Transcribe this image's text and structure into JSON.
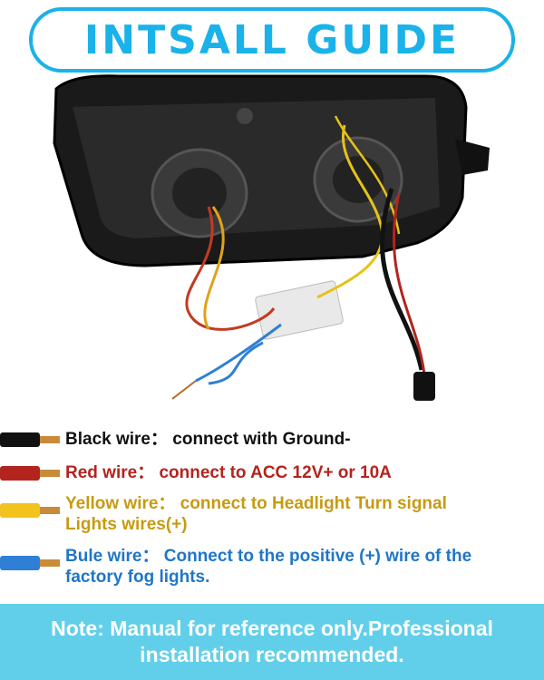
{
  "header": {
    "title": "INTSALL GUIDE"
  },
  "legend": [
    {
      "label": "Black wire：",
      "desc": "connect with Ground-",
      "color": "#111111"
    },
    {
      "label": "Red wire：",
      "desc": "connect to ACC 12V+ or 10A",
      "color": "#b3241e"
    },
    {
      "label": "Yellow wire：",
      "desc": "connect to Headlight Turn signal",
      "desc2": "Lights wires(+)",
      "color": "#c79a12"
    },
    {
      "label": "Bule wire：",
      "desc": "Connect to the positive (+) wire of the",
      "desc2": "factory fog lights.",
      "color": "#1f76c9"
    }
  ],
  "note": {
    "text": "Note: Manual for reference only.Professional installation recommended."
  },
  "colors": {
    "accent": "#1ab2e8",
    "note_bg": "#62cfea"
  }
}
